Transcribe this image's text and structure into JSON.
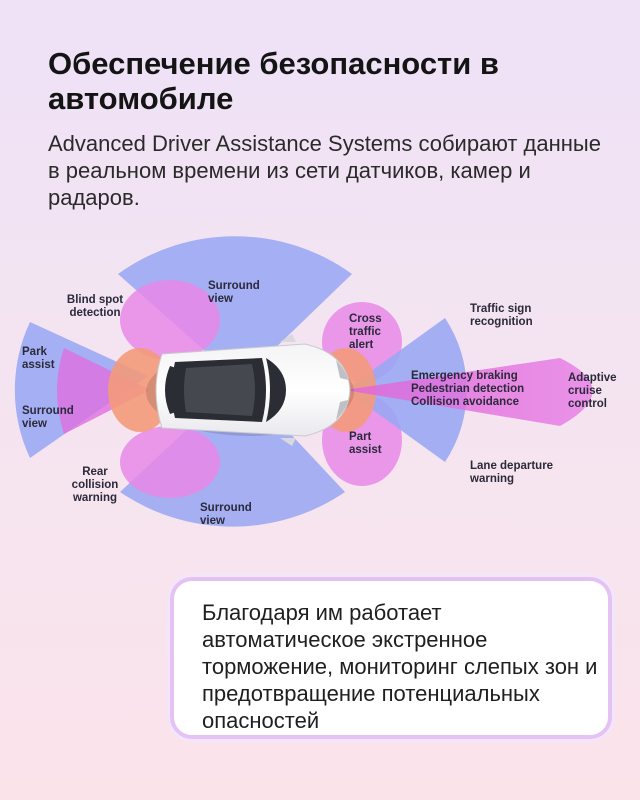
{
  "header": {
    "title": "Обеспечение безопасности в автомобиле",
    "subtitle": "Advanced Driver Assistance Systems собирают данные в реальном времени из сети датчиков, камер и радаров."
  },
  "diagram": {
    "labels": {
      "surround_view_top": "Surround view",
      "blind_spot": "Blind spot detection",
      "park_assist_rear": "Park assist",
      "surround_view_rear": "Surround view",
      "rear_collision": "Rear collision warning",
      "surround_view_bottom": "Surround view",
      "cross_traffic": "Cross traffic alert",
      "park_assist_front": "Part assist",
      "traffic_sign": "Traffic sign recognition",
      "emergency": "Emergency braking Pedestrian detection Collision avoidance",
      "adaptive_cruise": "Adaptive cruise control",
      "lane_departure": "Lane departure warning"
    },
    "colors": {
      "blue_zone": "#9aa7f3",
      "pink_zone": "#e888e8",
      "magenta_zone": "#dc5ed6",
      "orange_zone": "#f39a7a",
      "car_body": "#ffffff",
      "car_glass": "#2a2d33"
    }
  },
  "callout": {
    "text": "Благодаря им работает автоматическое экстренное торможение, мониторинг слепых зон и предотвращение потенциальных опасностей"
  }
}
